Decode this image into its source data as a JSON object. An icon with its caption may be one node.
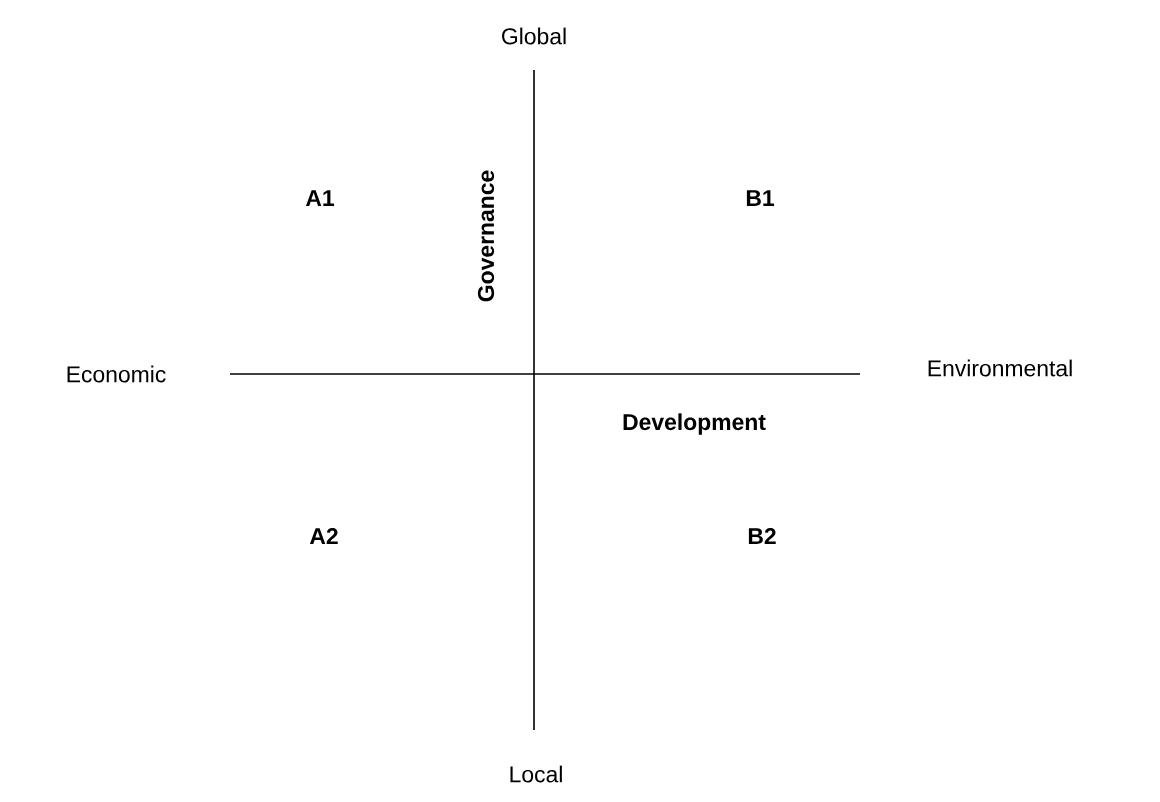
{
  "diagram": {
    "labels": [
      "Global",
      "A1",
      "Governance",
      "B1",
      "Economic",
      "Environmental",
      "Development",
      "A2",
      "B2",
      "Local"
    ]
  }
}
